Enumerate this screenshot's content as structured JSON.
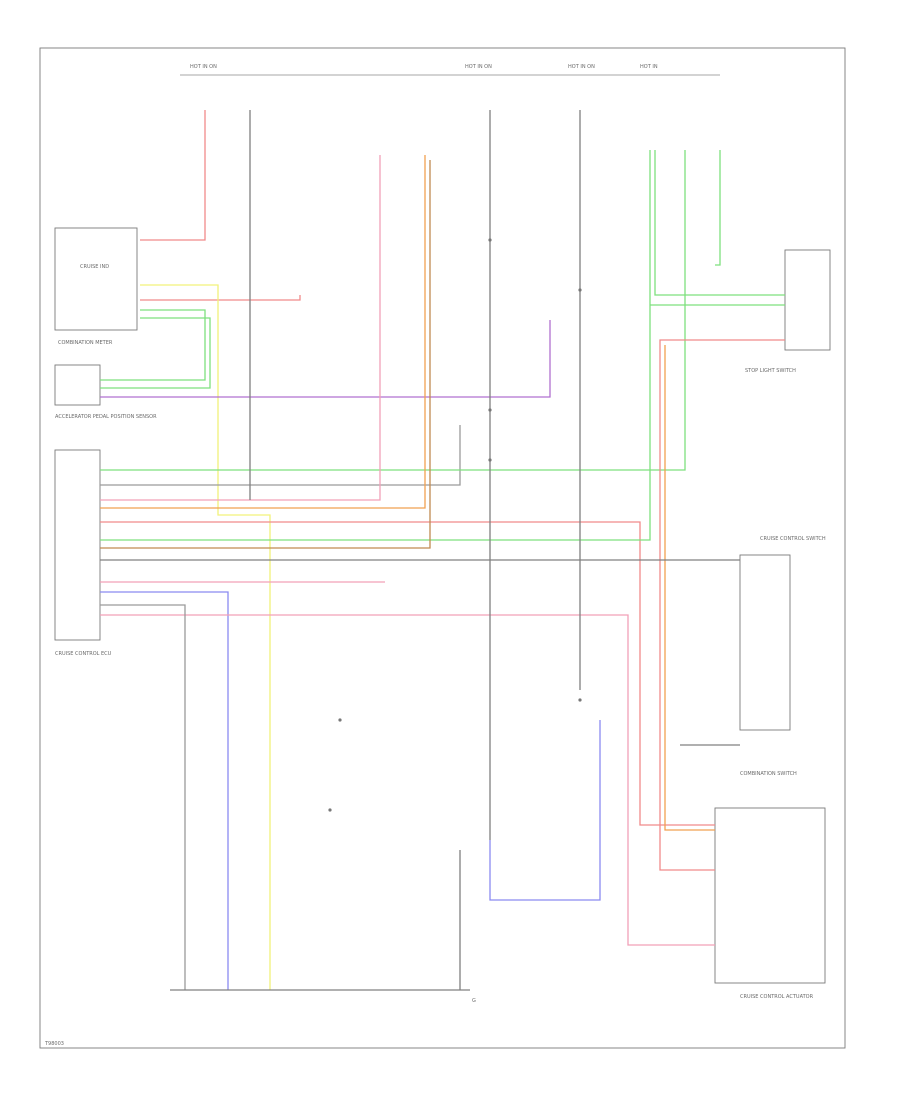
{
  "diagram": {
    "labels": {
      "fuse_hot_1": "HOT IN ON",
      "fuse_hot_2": "HOT IN ON",
      "fuse_hot_3": "HOT IN ON",
      "fuse_hot_4": "HOT IN",
      "combination_meter": "COMBINATION METER",
      "cruise_ind": "CRUISE IND",
      "accel_pedal_sensor": "ACCELERATOR PEDAL POSITION SENSOR",
      "cruise_control_ecu": "CRUISE CONTROL ECU",
      "stop_light_switch": "STOP LIGHT SWITCH",
      "cruise_control_switch": "CRUISE CONTROL SWITCH",
      "combination_switch": "COMBINATION SWITCH",
      "actuator": "CRUISE CONTROL ACTUATOR",
      "ground": "G",
      "footer_code": "T98003"
    }
  },
  "colors": {
    "red": "#f08a8a",
    "pink": "#f2a0b8",
    "green": "#7ee07e",
    "yellow": "#f2f27a",
    "blue": "#8a8af0",
    "violet": "#b070d0",
    "orange": "#f0a050",
    "brown": "#c08a50",
    "gray": "#9a9a9a",
    "black": "#808080"
  }
}
